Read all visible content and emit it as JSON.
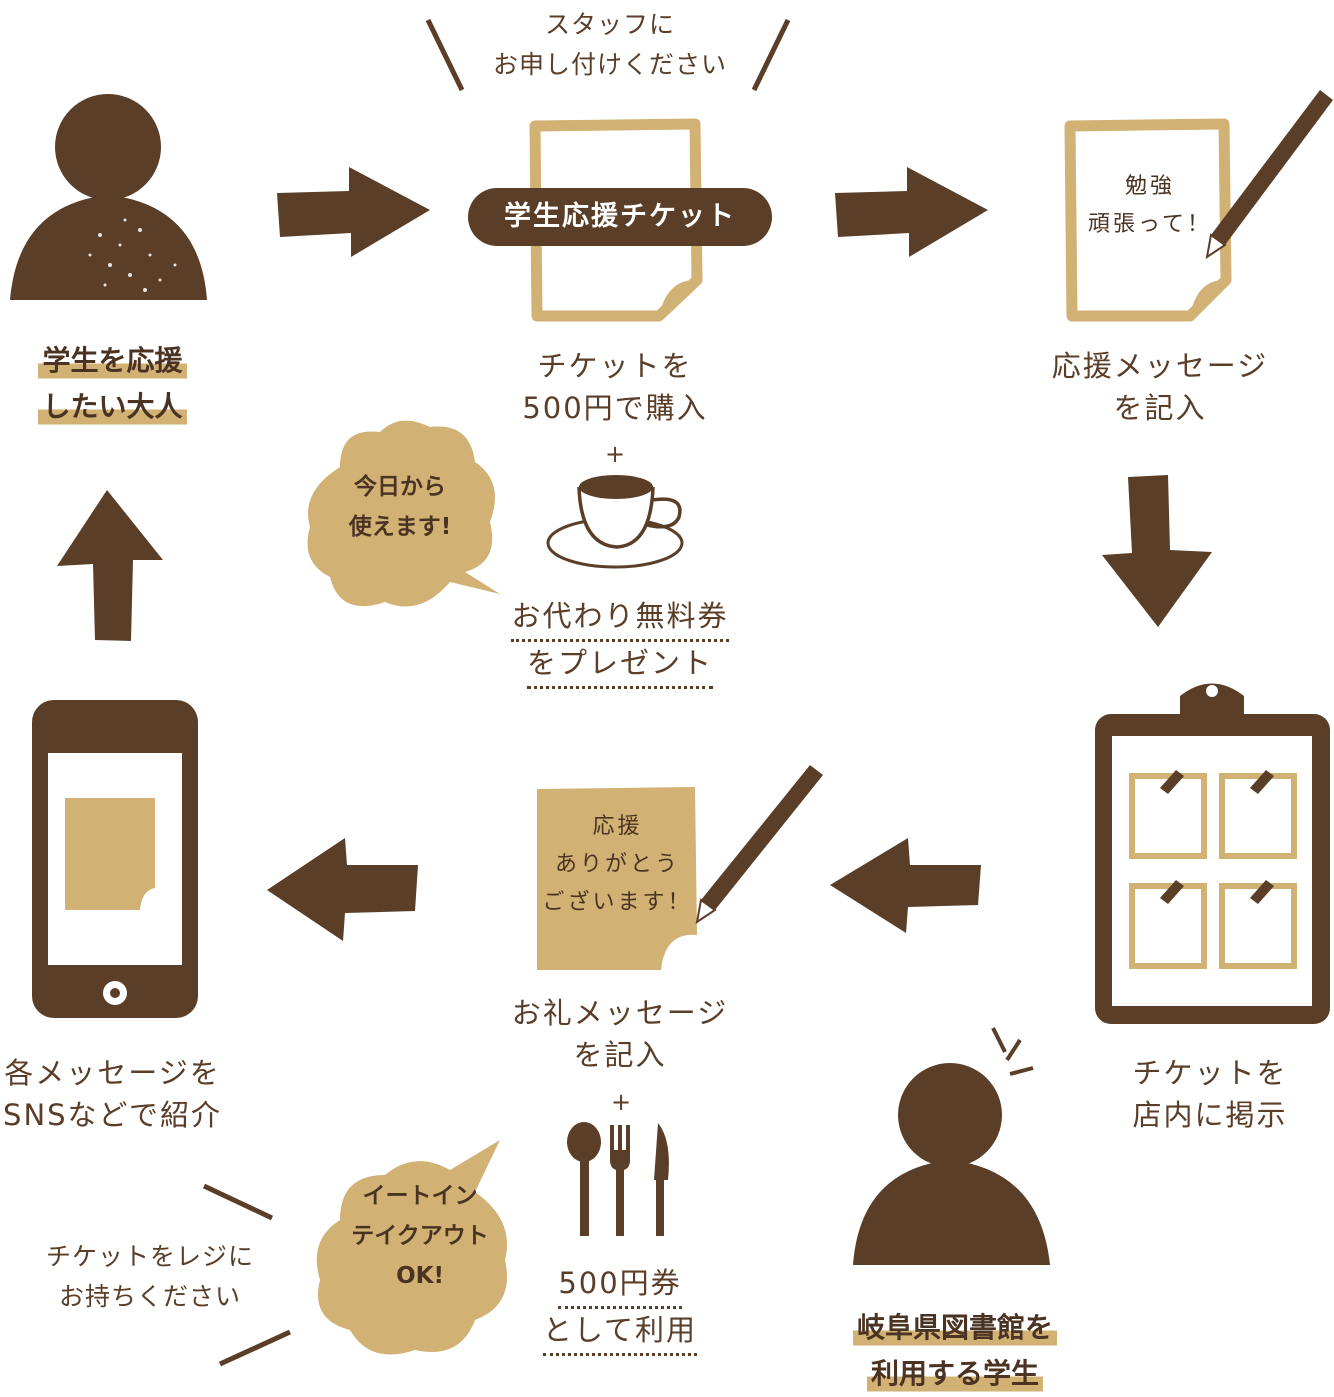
{
  "colors": {
    "brown": "#5a3e28",
    "tan": "#d2b174",
    "white": "#ffffff"
  },
  "icons": [
    "adult-icon",
    "ticket-paper-icon",
    "pencil-icon",
    "coffee-cup-icon",
    "speech-bubble-icon",
    "clipboard-board-icon",
    "pushpin-icon",
    "smartphone-icon",
    "cutlery-icon",
    "student-icon",
    "arrow-icon"
  ],
  "nodes": {
    "adult": {
      "line1": "学生を応援",
      "line2": "したい大人"
    },
    "staff_note": {
      "line1": "スタッフに",
      "line2": "お申し付けください"
    },
    "ticket_badge": "学生応援チケット",
    "purchase": {
      "line1": "チケットを",
      "line2": "500円で購入"
    },
    "plus_top": "+",
    "refill": {
      "line1": "お代わり無料券",
      "line2": "をプレゼント"
    },
    "bubble_today": {
      "line1": "今日から",
      "line2": "使えます!"
    },
    "write_message": {
      "line1": "応援メッセージ",
      "line2": "を記入"
    },
    "memo_text": {
      "line1": "勉強",
      "line2": "頑張って！"
    },
    "post": {
      "line1": "チケットを",
      "line2": "店内に掲示"
    },
    "student": {
      "line1": "岐阜県図書館を",
      "line2": "利用する学生"
    },
    "thanks_memo": {
      "line1": "応援",
      "line2": "ありがとう",
      "line3": "ございます！"
    },
    "thanks_message": {
      "line1": "お礼メッセージ",
      "line2": "を記入"
    },
    "plus_bottom": "+",
    "use_as": {
      "line1": "500円券",
      "line2": "として利用"
    },
    "bubble_eat": {
      "line1": "イートイン",
      "line2": "テイクアウト",
      "line3": "OK!"
    },
    "register_note": {
      "line1": "チケットをレジに",
      "line2": "お持ちください"
    },
    "sns": {
      "line1": "各メッセージを",
      "line2": "SNSなどで紹介"
    }
  }
}
